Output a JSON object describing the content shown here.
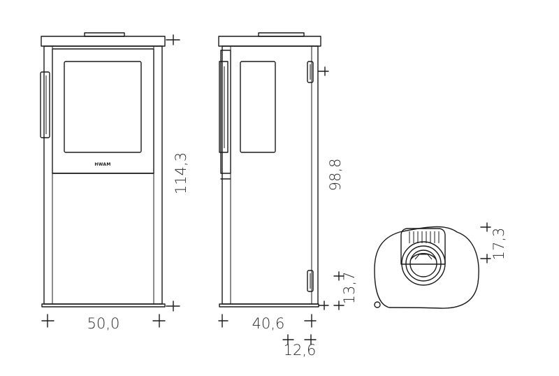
{
  "brand": "HWAM",
  "dimensions": {
    "front_width": "50,0",
    "total_height": "114,3",
    "side_depth": "40,6",
    "outlet_height": "98,8",
    "bottom_height": "13,7",
    "outlet_offset": "12,6",
    "top_outlet_offset": "17,3"
  }
}
